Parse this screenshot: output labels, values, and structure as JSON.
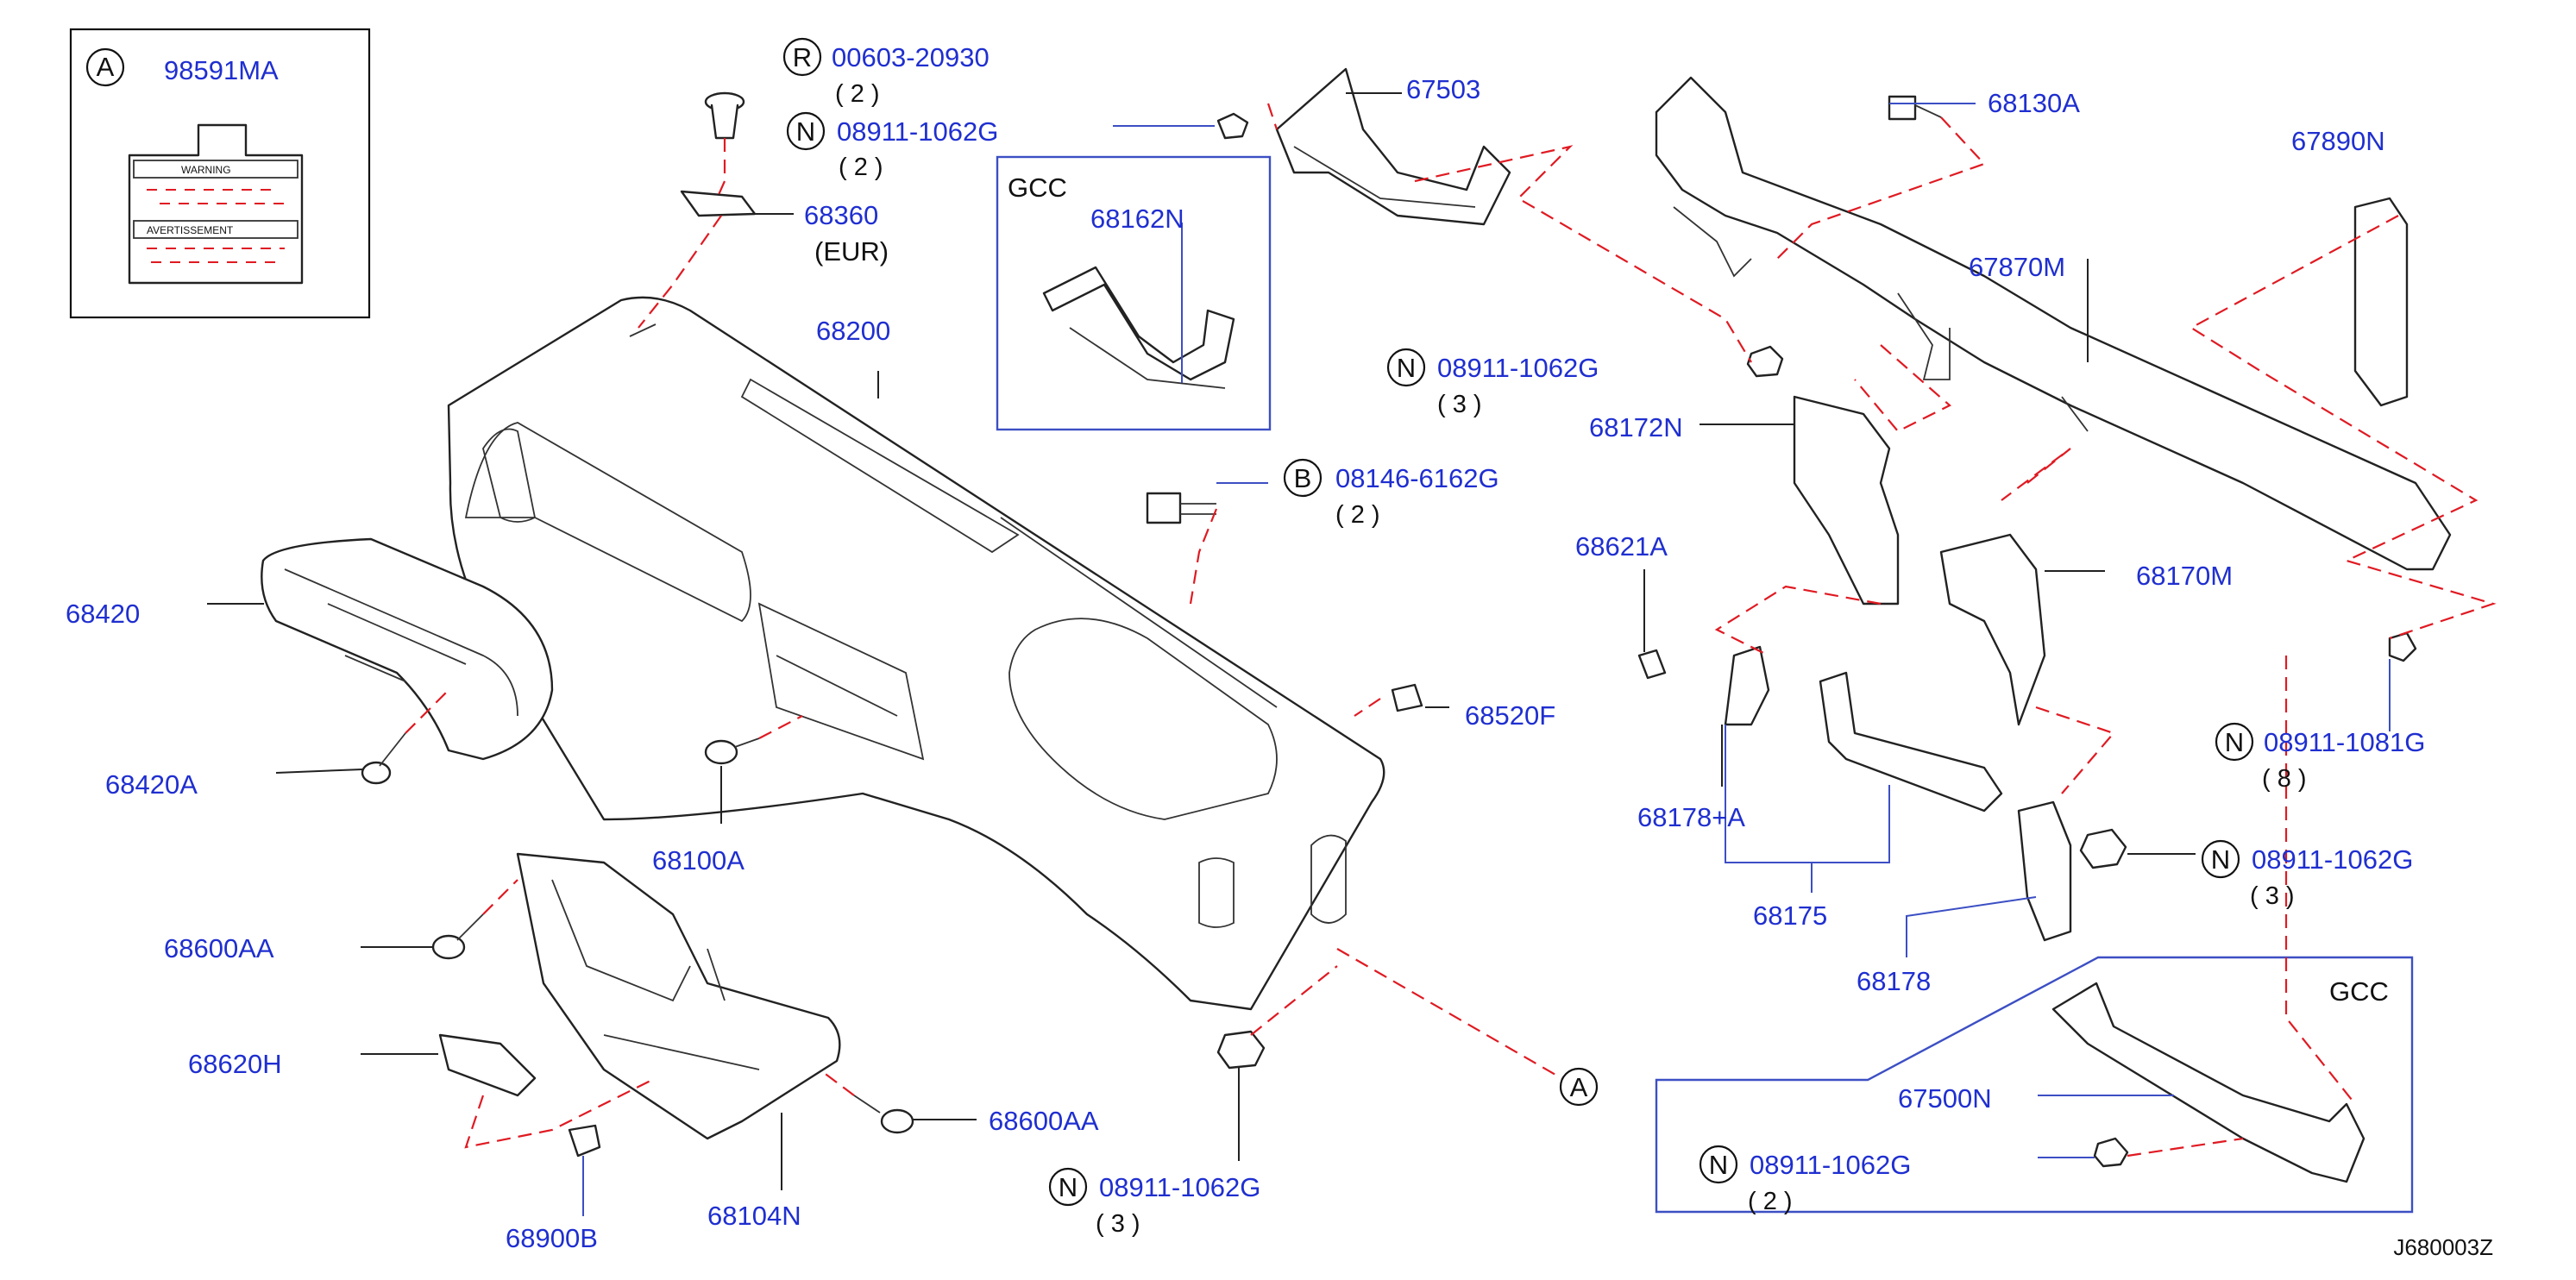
{
  "diagram": {
    "drawing_code": "J680003Z",
    "inset_a": {
      "marker": "A",
      "part": "98591MA",
      "warning_title": "WARNING",
      "avertissement_title": "AVERTISSEMENT"
    },
    "gcc_labels": [
      "GCC",
      "GCC"
    ],
    "parts": {
      "p00603": {
        "marker": "R",
        "number": "00603-20930",
        "qty": "( 2 )"
      },
      "p08911_top": {
        "marker": "N",
        "number": "08911-1062G",
        "qty": "( 2 )"
      },
      "p68360": {
        "number": "68360",
        "note": "(EUR)"
      },
      "p67503": {
        "number": "67503"
      },
      "p68162N": {
        "number": "68162N"
      },
      "p68200": {
        "number": "68200"
      },
      "p68130A": {
        "number": "68130A"
      },
      "p67890N": {
        "number": "67890N"
      },
      "p67870M": {
        "number": "67870M"
      },
      "p08911_mid": {
        "marker": "N",
        "number": "08911-1062G",
        "qty": "( 3 )"
      },
      "p68172N": {
        "number": "68172N"
      },
      "p08146": {
        "marker": "B",
        "number": "08146-6162G",
        "qty": "( 2 )"
      },
      "p68420": {
        "number": "68420"
      },
      "p68420A": {
        "number": "68420A"
      },
      "p68621A": {
        "number": "68621A"
      },
      "p68170M": {
        "number": "68170M"
      },
      "p68520F": {
        "number": "68520F"
      },
      "p08911_1081": {
        "marker": "N",
        "number": "08911-1081G",
        "qty": "( 8 )"
      },
      "p68100A": {
        "number": "68100A"
      },
      "p68178A": {
        "number": "68178+A"
      },
      "p08911_right": {
        "marker": "N",
        "number": "08911-1062G",
        "qty": "( 3 )"
      },
      "p68600AA_left": {
        "number": "68600AA"
      },
      "p68175": {
        "number": "68175"
      },
      "p68178": {
        "number": "68178"
      },
      "p68620H": {
        "number": "68620H"
      },
      "p67500N": {
        "number": "67500N"
      },
      "p68600AA_right": {
        "number": "68600AA"
      },
      "p08911_bottom_right": {
        "marker": "N",
        "number": "08911-1062G",
        "qty": "( 2 )"
      },
      "p08911_bottom": {
        "marker": "N",
        "number": "08911-1062G",
        "qty": "( 3 )"
      },
      "p68900B": {
        "number": "68900B"
      },
      "p68104N": {
        "number": "68104N"
      },
      "ref_a_marker": "A"
    }
  }
}
